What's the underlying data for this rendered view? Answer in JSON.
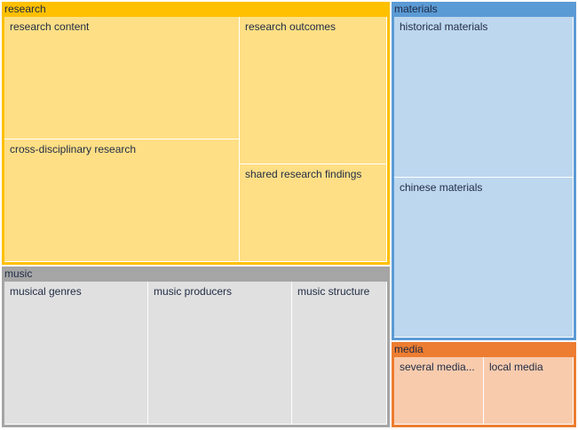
{
  "chart_data": {
    "type": "treemap",
    "groups": [
      {
        "name": "research",
        "header_color": "#ffc000",
        "leaf_color": "#ffdf85",
        "text_color": "#1f2a44",
        "items": [
          {
            "name": "research content",
            "value": 36
          },
          {
            "name": "cross-disciplinary research",
            "value": 36
          },
          {
            "name": "research outcomes",
            "value": 27
          },
          {
            "name": "shared research findings",
            "value": 18
          }
        ]
      },
      {
        "name": "music",
        "header_color": "#a5a5a5",
        "leaf_color": "#e0e0e0",
        "text_color": "#1f2a44",
        "items": [
          {
            "name": "musical genres",
            "value": 30
          },
          {
            "name": "music producers",
            "value": 30
          },
          {
            "name": "music structure",
            "value": 20
          }
        ]
      },
      {
        "name": "materials",
        "header_color": "#5b9bd5",
        "leaf_color": "#bdd7ee",
        "text_color": "#1f2a44",
        "items": [
          {
            "name": "historical materials",
            "value": 30
          },
          {
            "name": "chinese materials",
            "value": 30
          }
        ]
      },
      {
        "name": "media",
        "header_color": "#ed7d31",
        "leaf_color": "#f8cbad",
        "text_color": "#1f2a44",
        "items": [
          {
            "name": "several media...",
            "value": 10
          },
          {
            "name": "local media",
            "value": 10
          }
        ]
      }
    ]
  }
}
